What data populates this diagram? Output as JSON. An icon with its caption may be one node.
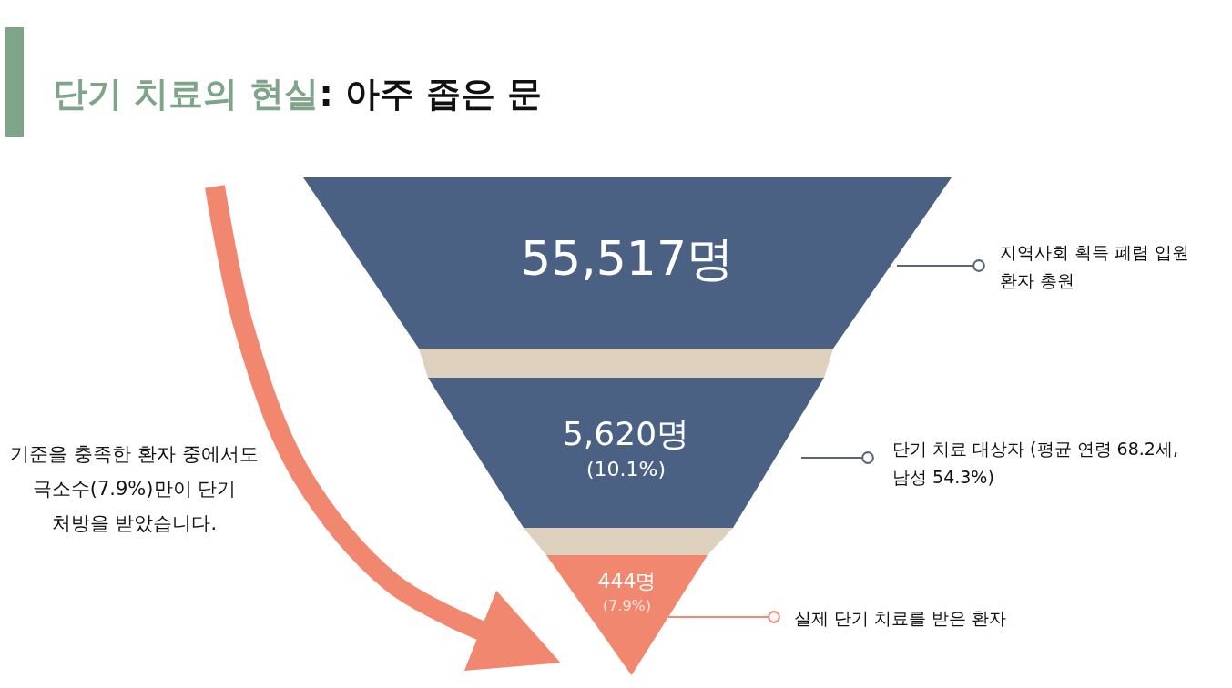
{
  "diagram": {
    "title": "단기 치료의 현실: 아주 좁은 문",
    "nodes": [
      {
        "text": [
          "55,517명"
        ]
      },
      {
        "text": [
          "5,620명",
          "(10.1%)"
        ]
      },
      {
        "text": [
          "444명",
          "(7.9%)"
        ]
      },
      {
        "text": [
          "지역사회 획득 폐렴 입원 환자 총원"
        ]
      },
      {
        "text": [
          "단기 치료 대상자 (평균 연령 68.2세, 남성 54.3%)"
        ]
      },
      {
        "text": [
          "실제 단기 치료를 받은 환자"
        ]
      },
      {
        "text": [
          "기준을 충족한 환자 중에서도 극소수(7.9%)만이 단기 처방을 받았습니다."
        ]
      },
      {
        "text": [],
        "shape": "band"
      },
      {
        "text": [],
        "shape": "band"
      }
    ],
    "edges": [
      {
        "from": 0,
        "to": 3,
        "arrow": "other"
      },
      {
        "from": 1,
        "to": 4,
        "arrow": "other"
      },
      {
        "from": 2,
        "to": 5,
        "arrow": "other",
        "color": "#f08a72"
      },
      {
        "from": null,
        "to": 2,
        "arrow": "to",
        "style": "thick",
        "color": "#f2876f"
      }
    ]
  }
}
